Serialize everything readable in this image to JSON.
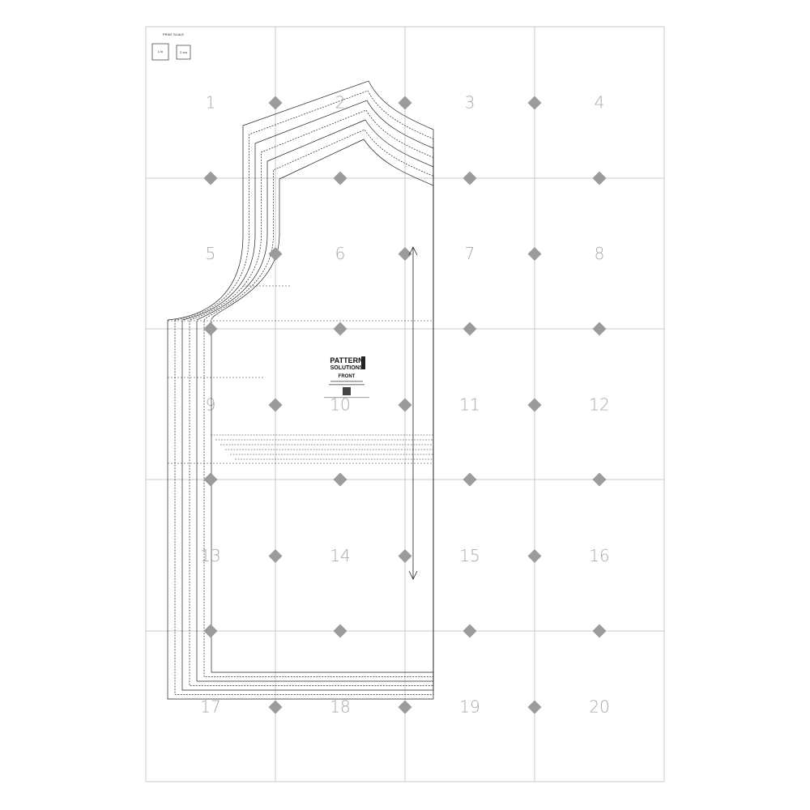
{
  "print_scale": {
    "title": "PRINT SCALE",
    "inch_label": "1 in",
    "cm_label": "2 cm"
  },
  "pages": [
    "1",
    "2",
    "3",
    "4",
    "5",
    "6",
    "7",
    "8",
    "9",
    "10",
    "11",
    "12",
    "13",
    "14",
    "15",
    "16",
    "17",
    "18",
    "19",
    "20"
  ],
  "label": {
    "brand_line1": "PATTERN",
    "brand_line2": "SOLUTIONS",
    "piece": "FRONT"
  },
  "colors": {
    "grid": "#c8c8c8",
    "diamond": "#9b9b9b",
    "number": "#a8a8a8",
    "pattern_line": "#222222"
  }
}
